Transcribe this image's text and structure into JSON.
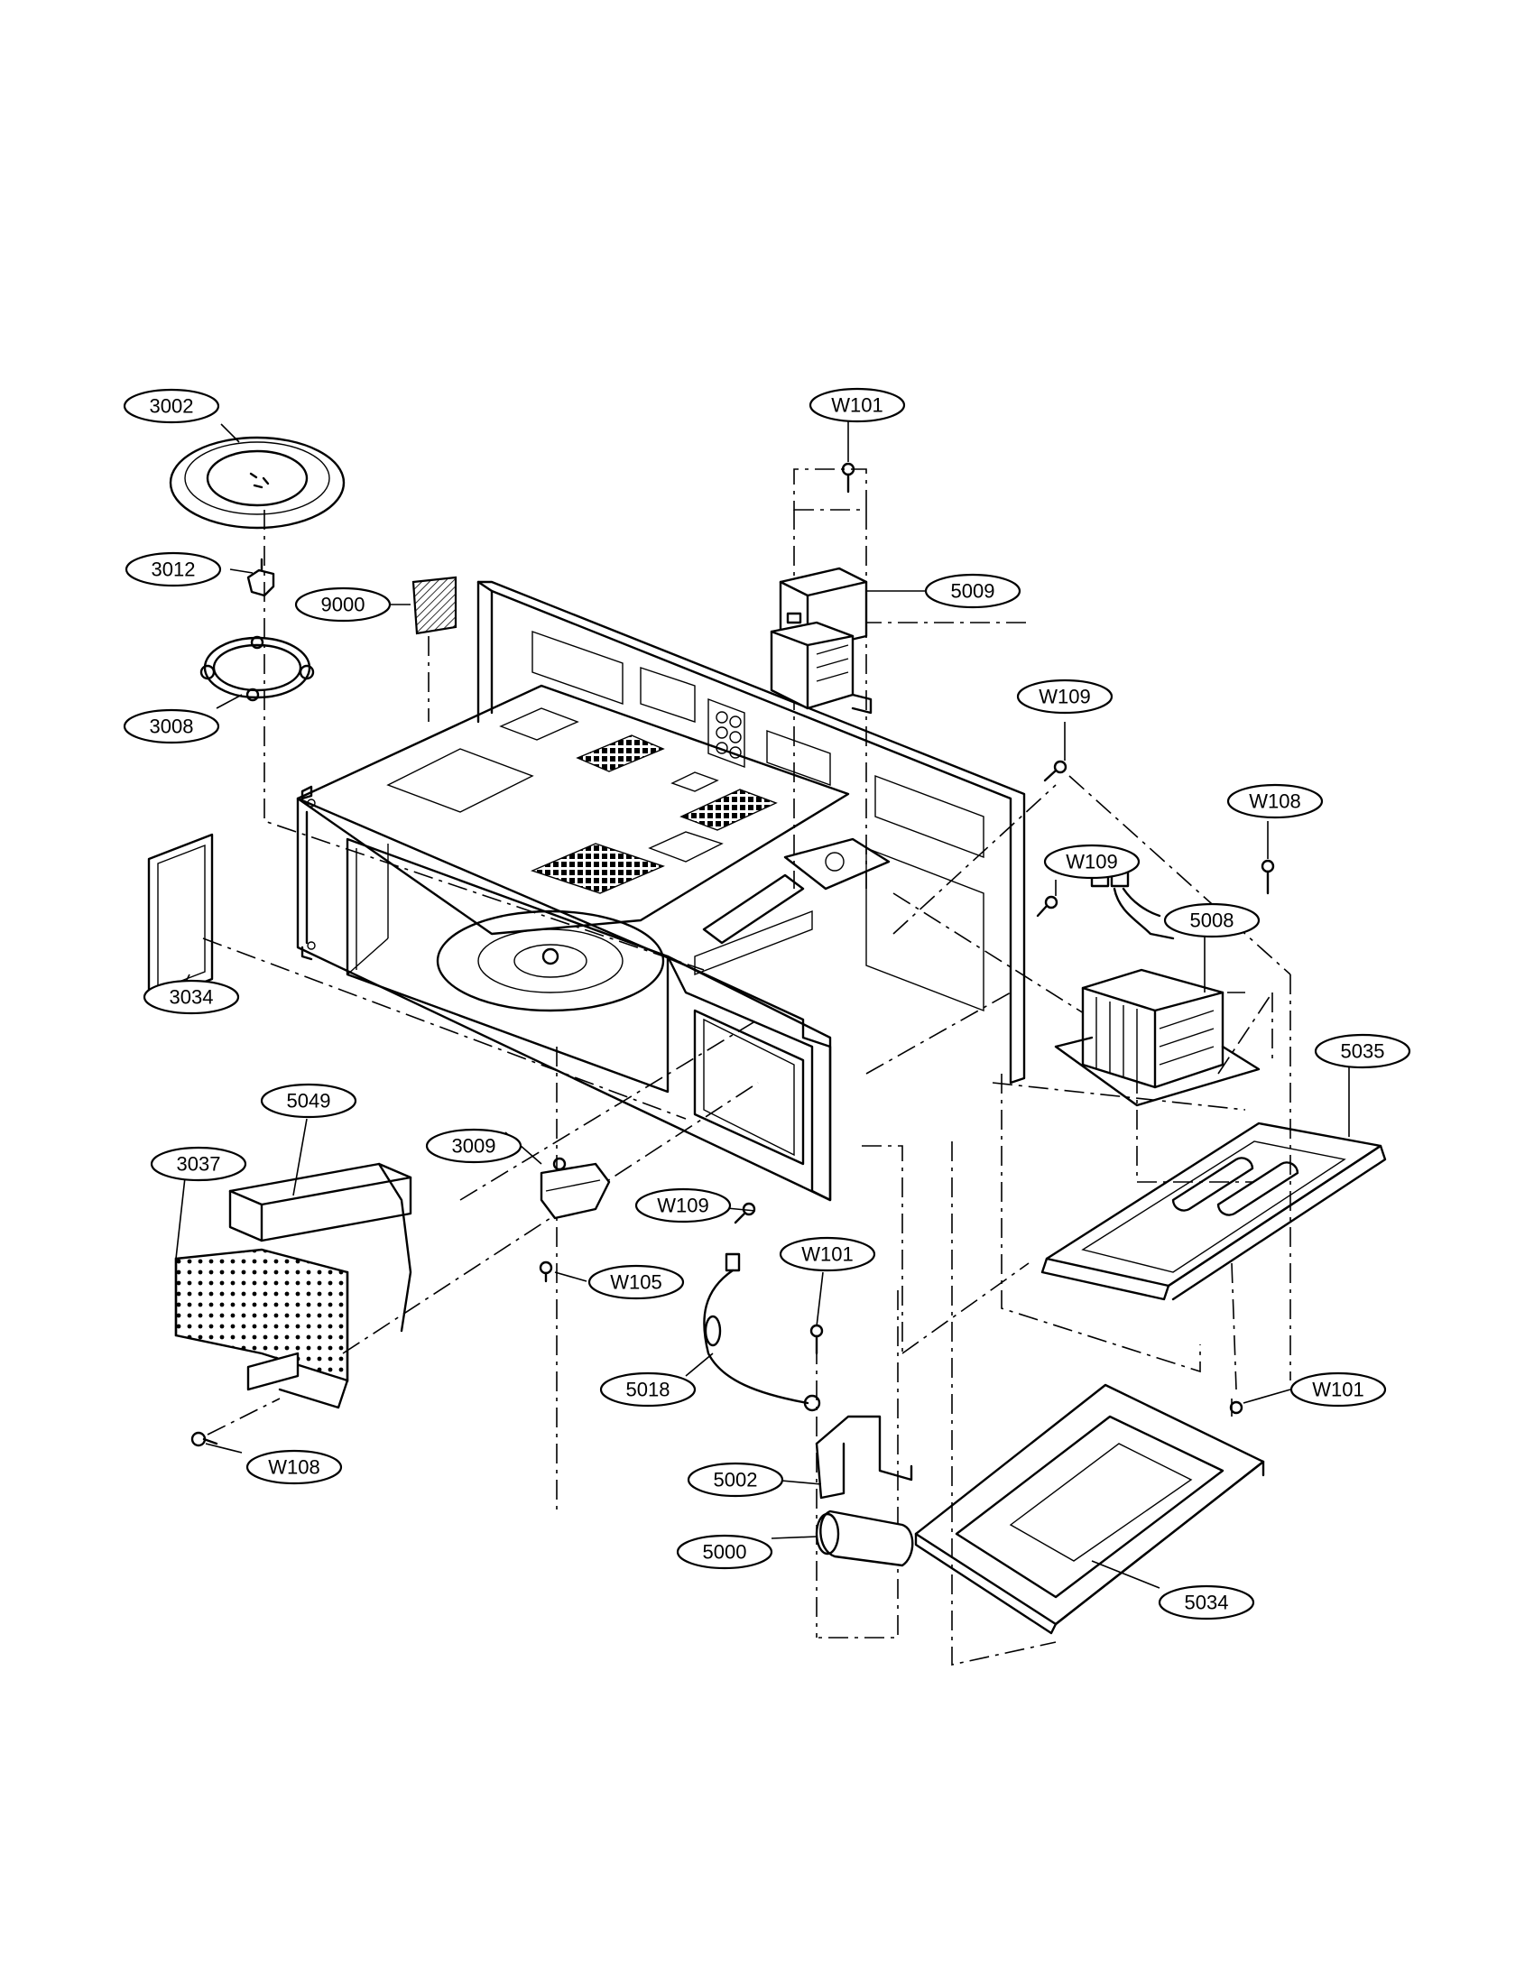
{
  "callouts": [
    {
      "id": "c3002",
      "text": "3002"
    },
    {
      "id": "c3012",
      "text": "3012"
    },
    {
      "id": "c9000",
      "text": "9000"
    },
    {
      "id": "c3008",
      "text": "3008"
    },
    {
      "id": "c3034",
      "text": "3034"
    },
    {
      "id": "cW101a",
      "text": "W101"
    },
    {
      "id": "c5009",
      "text": "5009"
    },
    {
      "id": "cW109a",
      "text": "W109"
    },
    {
      "id": "cW108a",
      "text": "W108"
    },
    {
      "id": "cW109b",
      "text": "W109"
    },
    {
      "id": "c5008",
      "text": "5008"
    },
    {
      "id": "c5035",
      "text": "5035"
    },
    {
      "id": "c5049",
      "text": "5049"
    },
    {
      "id": "c3037",
      "text": "3037"
    },
    {
      "id": "c3009",
      "text": "3009"
    },
    {
      "id": "cW109c",
      "text": "W109"
    },
    {
      "id": "cW105",
      "text": "W105"
    },
    {
      "id": "cW101b",
      "text": "W101"
    },
    {
      "id": "c5018",
      "text": "5018"
    },
    {
      "id": "cW101c",
      "text": "W101"
    },
    {
      "id": "cW108b",
      "text": "W108"
    },
    {
      "id": "c5002",
      "text": "5002"
    },
    {
      "id": "c5000",
      "text": "5000"
    },
    {
      "id": "c5034",
      "text": "5034"
    }
  ]
}
